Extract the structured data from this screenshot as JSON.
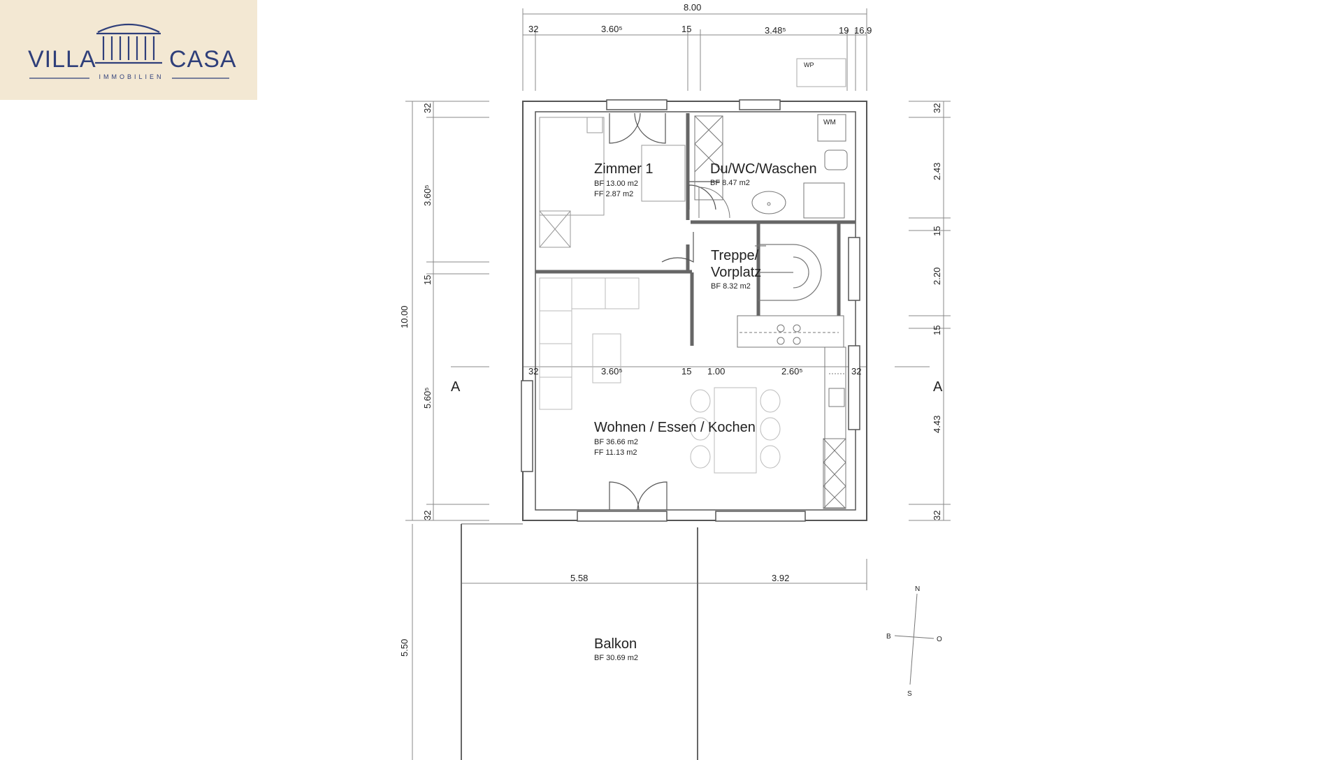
{
  "logo": {
    "word_left": "VILLA",
    "word_right": "CASA",
    "subtitle": "IMMOBILIEN",
    "icon": "building-columns-icon",
    "color": "#2f3f7a",
    "background": "#f3e8d3"
  },
  "plan": {
    "rooms": {
      "zimmer1": {
        "name": "Zimmer 1",
        "bf": "BF  13.00 m2",
        "ff": "FF    2.87 m2"
      },
      "bad": {
        "name": "Du/WC/Waschen",
        "bf": "BF  8.47 m2"
      },
      "treppe": {
        "name1": "Treppe/",
        "name2": "Vorplatz",
        "bf": "BF  8.32 m2"
      },
      "wohnen": {
        "name": "Wohnen / Essen / Kochen",
        "bf": "BF  36.66 m2",
        "ff": "FF  11.13 m2"
      },
      "balkon": {
        "name": "Balkon",
        "bf": "BF  30.69 m2"
      }
    },
    "labels": {
      "wm": "WM",
      "wp": "WP",
      "section_left": "A",
      "section_right": "A"
    },
    "dims_top": {
      "total": "8.00",
      "segments": [
        "32",
        "3.60⁵",
        "15",
        "3.48⁵",
        "19",
        "16.9"
      ]
    },
    "dims_inner": [
      "32",
      "3.60⁵",
      "15",
      "1.00",
      "2.60⁵",
      "32"
    ],
    "dims_left": {
      "total": "10.00",
      "segments": [
        "32",
        "3.60⁵",
        "15",
        "5.60⁵",
        "32"
      ]
    },
    "dims_right": [
      "32",
      "2.43",
      "15",
      "2.20",
      "15",
      "4.43",
      "32"
    ],
    "dims_balkon": {
      "width_left": "5.58",
      "width_right": "3.92",
      "depth": "5.50"
    },
    "compass": {
      "n": "N",
      "s": "S",
      "w": "B",
      "e": "O"
    }
  }
}
